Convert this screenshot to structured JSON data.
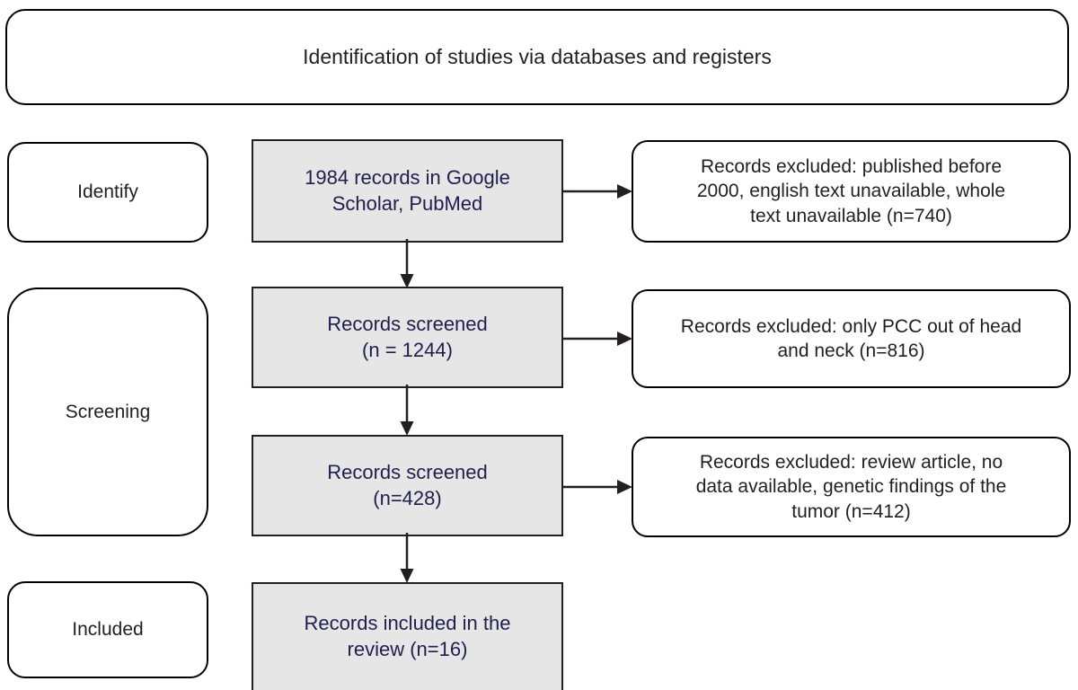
{
  "diagram": {
    "type": "prisma-flow-diagram",
    "header": {
      "label": "Identification of studies via databases and registers"
    },
    "stages": [
      {
        "id": "identify",
        "label": "Identify"
      },
      {
        "id": "screening",
        "label": "Screening"
      },
      {
        "id": "included",
        "label": "Included"
      }
    ],
    "flow": [
      {
        "id": "records-identified",
        "label": "1984 records in Google\nScholar, PubMed",
        "count": 1984
      },
      {
        "id": "records-screened-1",
        "label": "Records screened\n(n = 1244)",
        "count": 1244
      },
      {
        "id": "records-screened-2",
        "label": "Records screened\n(n=428)",
        "count": 428
      },
      {
        "id": "records-included",
        "label": "Records included in the\nreview (n=16)",
        "count": 16
      }
    ],
    "exclusions": [
      {
        "id": "excluded-1",
        "label": "Records excluded: published before\n2000, english text unavailable, whole\ntext unavailable (n=740)",
        "count": 740
      },
      {
        "id": "excluded-2",
        "label": "Records excluded: only PCC out of head\nand neck (n=816)",
        "count": 816
      },
      {
        "id": "excluded-3",
        "label": "Records excluded: review article, no\ndata available, genetic findings of the\ntumor (n=412)",
        "count": 412
      }
    ],
    "colors": {
      "flow_box_fill": "#e6e6e6",
      "flow_box_text": "#1f1f4d",
      "border": "#231f20",
      "page_background": "#ffffff",
      "exclusion_box_fill": "#ffffff",
      "exclusion_box_text": "#231f20"
    }
  }
}
